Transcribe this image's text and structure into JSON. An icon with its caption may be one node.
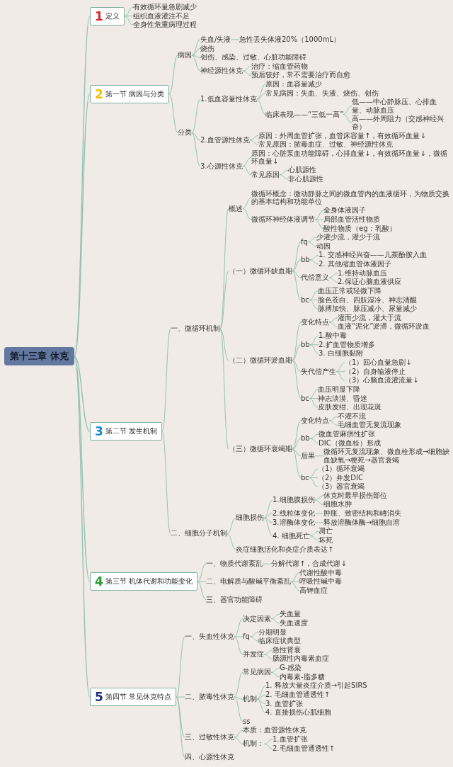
{
  "diagram": {
    "nodes": [
      {
        "text": [
          "第十三章 休克"
        ]
      },
      {
        "text": [
          "1",
          "定义"
        ]
      },
      {
        "text": [
          "有效循环量急剧减少"
        ]
      },
      {
        "text": [
          "组织血液灌注不足"
        ]
      },
      {
        "text": [
          "全身性危重病理过程"
        ]
      },
      {
        "text": [
          "2",
          "第一节 病因与分类"
        ]
      },
      {
        "text": [
          "病因"
        ]
      },
      {
        "text": [
          "失血/失液"
        ]
      },
      {
        "text": [
          "急性丢失体液20%（1000mL）"
        ]
      },
      {
        "text": [
          "烧伤"
        ]
      },
      {
        "text": [
          "创伤、感染、过敏、心脏功能障碍"
        ]
      },
      {
        "text": [
          "神经源性休克"
        ]
      },
      {
        "text": [
          "治疗：缩血管药物"
        ]
      },
      {
        "text": [
          "预后较好，常不需要治疗而自愈"
        ]
      },
      {
        "text": [
          "分类"
        ]
      },
      {
        "text": [
          "1.低血容量性休克"
        ]
      },
      {
        "text": [
          "原因：血容量减少"
        ]
      },
      {
        "text": [
          "常见病因：失血、失液、烧伤、创伤"
        ]
      },
      {
        "text": [
          "临床表现——“三低一高”"
        ]
      },
      {
        "text": [
          "低——中心静脉压、心排血量、动脉血压"
        ]
      },
      {
        "text": [
          "高——外周阻力（交感神经兴奋）"
        ]
      },
      {
        "text": [
          "2.血管源性休克"
        ]
      },
      {
        "text": [
          "原因：外周血管扩张，血管床容量↑，有效循环血量↓"
        ]
      },
      {
        "text": [
          "常见原因：脓毒血症、过敏、神经源性休克"
        ]
      },
      {
        "text": [
          "3.心源性休克"
        ]
      },
      {
        "text": [
          "原因：心脏泵血功能障碍，心排血量↓，有效循环血量↓，微循环血量↓"
        ]
      },
      {
        "text": [
          "常见原因"
        ]
      },
      {
        "text": [
          "心肌源性"
        ]
      },
      {
        "text": [
          "非心肌源性"
        ]
      },
      {
        "text": [
          "3",
          "第二节 发生机制"
        ]
      },
      {
        "text": [
          "一、微循环机制"
        ]
      },
      {
        "text": [
          "概述"
        ]
      },
      {
        "text": [
          "微循环概念：微动静脉之间的微血管内的血液循环，为物质交换的基本结构和功能单位"
        ]
      },
      {
        "text": [
          "微循环神经体液调节"
        ]
      },
      {
        "text": [
          "全身体液因子"
        ]
      },
      {
        "text": [
          "局部血管活性物质"
        ]
      },
      {
        "text": [
          "酸性物质（eg：乳酸）"
        ]
      },
      {
        "text": [
          "（一）微循环缺血期"
        ]
      },
      {
        "text": [
          "fq"
        ]
      },
      {
        "text": [
          "少灌少流，灌少于流"
        ]
      },
      {
        "text": [
          "动因"
        ]
      },
      {
        "text": [
          "bb"
        ]
      },
      {
        "text": [
          "1. 交感神经兴奋——儿茶酚胺入血"
        ]
      },
      {
        "text": [
          "2. 其他缩血管体液因子"
        ]
      },
      {
        "text": [
          "代偿意义"
        ]
      },
      {
        "text": [
          "1.维持动脉血压"
        ]
      },
      {
        "text": [
          "2.保证心脑血液供应"
        ]
      },
      {
        "text": [
          "bc"
        ]
      },
      {
        "text": [
          "血压正常或轻微下降"
        ]
      },
      {
        "text": [
          "脸色苍白、四肢湿冷、神志清醒"
        ]
      },
      {
        "text": [
          "脉搏加快、脉压减小、尿量减少"
        ]
      },
      {
        "text": [
          "（二）微循环淤血期"
        ]
      },
      {
        "text": [
          "变化特点"
        ]
      },
      {
        "text": [
          "灌而少流，灌大于流"
        ]
      },
      {
        "text": [
          "血液“泥化”淤滞，微循环淤血"
        ]
      },
      {
        "text": [
          "bb"
        ]
      },
      {
        "text": [
          "1.酸中毒"
        ]
      },
      {
        "text": [
          "2.扩血管物质增多"
        ]
      },
      {
        "text": [
          "3. 白细胞黏附"
        ]
      },
      {
        "text": [
          "失代偿产生"
        ]
      },
      {
        "text": [
          "（1）回心血量急剧↓"
        ]
      },
      {
        "text": [
          "（2）自身输液停止"
        ]
      },
      {
        "text": [
          "（3）心脑血流灌流量↓"
        ]
      },
      {
        "text": [
          "bc"
        ]
      },
      {
        "text": [
          "血压明显下降"
        ]
      },
      {
        "text": [
          "神志淡漠、昏迷"
        ]
      },
      {
        "text": [
          "皮肤发绀、出现花斑"
        ]
      },
      {
        "text": [
          "（三）微循环衰竭期"
        ]
      },
      {
        "text": [
          "变化特点"
        ]
      },
      {
        "text": [
          "不灌不流"
        ]
      },
      {
        "text": [
          "毛细血管无复流现象"
        ]
      },
      {
        "text": [
          "bb"
        ]
      },
      {
        "text": [
          "微血管麻痹性扩张"
        ]
      },
      {
        "text": [
          "DIC（微血栓）形成"
        ]
      },
      {
        "text": [
          "后果"
        ]
      },
      {
        "text": [
          "微循环无复流现象、微血栓形成→细胞缺血缺氧→梗死→器官衰竭"
        ]
      },
      {
        "text": [
          "bc"
        ]
      },
      {
        "text": [
          "（1）循环衰竭"
        ]
      },
      {
        "text": [
          "（2）并发DIC"
        ]
      },
      {
        "text": [
          "（3）器官衰竭"
        ]
      },
      {
        "text": [
          "二、细胞分子机制"
        ]
      },
      {
        "text": [
          "细胞损伤"
        ]
      },
      {
        "text": [
          "1.细胞膜损伤"
        ]
      },
      {
        "text": [
          "休克时最早损伤部位"
        ]
      },
      {
        "text": [
          "细胞水肿"
        ]
      },
      {
        "text": [
          "2.线粒体变化"
        ]
      },
      {
        "text": [
          "肿胀、致密结构和嵴消失"
        ]
      },
      {
        "text": [
          "3.溶酶体变化"
        ]
      },
      {
        "text": [
          "释放溶酶体酶→细胞自溶"
        ]
      },
      {
        "text": [
          "4. 细胞死亡"
        ]
      },
      {
        "text": [
          "凋亡"
        ]
      },
      {
        "text": [
          "坏死"
        ]
      },
      {
        "text": [
          "炎症细胞活化和炎症介质表达↑"
        ]
      },
      {
        "text": [
          "4",
          "第三节 机体代谢和功能变化"
        ]
      },
      {
        "text": [
          "一、物质代谢紊乱"
        ]
      },
      {
        "text": [
          "分解代谢↑，合成代谢↓"
        ]
      },
      {
        "text": [
          "二、电解质与酸碱平衡紊乱"
        ]
      },
      {
        "text": [
          "代谢性酸中毒"
        ]
      },
      {
        "text": [
          "呼吸性碱中毒"
        ]
      },
      {
        "text": [
          "高钾血症"
        ]
      },
      {
        "text": [
          "三、器官功能障碍"
        ]
      },
      {
        "text": [
          "5",
          "第四节 常见休克特点"
        ]
      },
      {
        "text": [
          "一、失血性休克"
        ]
      },
      {
        "text": [
          "决定因素"
        ]
      },
      {
        "text": [
          "失血量"
        ]
      },
      {
        "text": [
          "失血速度"
        ]
      },
      {
        "text": [
          "fq"
        ]
      },
      {
        "text": [
          "分期明显"
        ]
      },
      {
        "text": [
          "临床症状典型"
        ]
      },
      {
        "text": [
          "并发症"
        ]
      },
      {
        "text": [
          "急性肾衰"
        ]
      },
      {
        "text": [
          "肠源性内毒素血症"
        ]
      },
      {
        "text": [
          "二、脓毒性休克"
        ]
      },
      {
        "text": [
          "常见病因"
        ]
      },
      {
        "text": [
          "G-感染"
        ]
      },
      {
        "text": [
          "内毒素-脂多糖"
        ]
      },
      {
        "text": [
          "机制"
        ]
      },
      {
        "text": [
          "1. 释放大量炎症介质→引起SIRS"
        ]
      },
      {
        "text": [
          "2. 毛细血管通透性↑"
        ]
      },
      {
        "text": [
          "3. 血管扩张"
        ]
      },
      {
        "text": [
          "4. 直接损伤心肌细胞"
        ]
      },
      {
        "text": [
          "ss"
        ]
      },
      {
        "text": [
          "三、过敏性休克"
        ]
      },
      {
        "text": [
          "本质：血管源性休克"
        ]
      },
      {
        "text": [
          "机制："
        ]
      },
      {
        "text": [
          "1.血管扩张"
        ]
      },
      {
        "text": [
          "2.毛细血管通透性↑"
        ]
      },
      {
        "text": [
          "四、心源性休克"
        ]
      }
    ],
    "edges": [
      {
        "from": 0,
        "to": 1,
        "arrow": "none"
      },
      {
        "from": 0,
        "to": 5,
        "arrow": "none"
      },
      {
        "from": 0,
        "to": 29,
        "arrow": "none"
      },
      {
        "from": 0,
        "to": 93,
        "arrow": "none"
      },
      {
        "from": 0,
        "to": 101,
        "arrow": "none"
      },
      {
        "from": 1,
        "to": 2,
        "arrow": "none"
      },
      {
        "from": 1,
        "to": 3,
        "arrow": "none"
      },
      {
        "from": 1,
        "to": 4,
        "arrow": "none"
      },
      {
        "from": 5,
        "to": 6,
        "arrow": "none"
      },
      {
        "from": 5,
        "to": 14,
        "arrow": "none"
      },
      {
        "from": 6,
        "to": 7,
        "arrow": "none"
      },
      {
        "from": 6,
        "to": 9,
        "arrow": "none"
      },
      {
        "from": 6,
        "to": 10,
        "arrow": "none"
      },
      {
        "from": 6,
        "to": 11,
        "arrow": "none"
      },
      {
        "from": 7,
        "to": 8,
        "arrow": "none"
      },
      {
        "from": 11,
        "to": 12,
        "arrow": "none"
      },
      {
        "from": 11,
        "to": 13,
        "arrow": "none"
      },
      {
        "from": 14,
        "to": 15,
        "arrow": "none"
      },
      {
        "from": 14,
        "to": 21,
        "arrow": "none"
      },
      {
        "from": 14,
        "to": 24,
        "arrow": "none"
      },
      {
        "from": 15,
        "to": 16,
        "arrow": "none"
      },
      {
        "from": 15,
        "to": 17,
        "arrow": "none"
      },
      {
        "from": 15,
        "to": 18,
        "arrow": "none"
      },
      {
        "from": 18,
        "to": 19,
        "arrow": "none"
      },
      {
        "from": 18,
        "to": 20,
        "arrow": "none"
      },
      {
        "from": 21,
        "to": 22,
        "arrow": "none"
      },
      {
        "from": 21,
        "to": 23,
        "arrow": "none"
      },
      {
        "from": 24,
        "to": 25,
        "arrow": "none"
      },
      {
        "from": 24,
        "to": 26,
        "arrow": "none"
      },
      {
        "from": 26,
        "to": 27,
        "arrow": "none"
      },
      {
        "from": 26,
        "to": 28,
        "arrow": "none"
      },
      {
        "from": 29,
        "to": 30,
        "arrow": "none"
      },
      {
        "from": 29,
        "to": 80,
        "arrow": "none"
      },
      {
        "from": 30,
        "to": 31,
        "arrow": "none"
      },
      {
        "from": 30,
        "to": 37,
        "arrow": "none"
      },
      {
        "from": 30,
        "to": 51,
        "arrow": "none"
      },
      {
        "from": 30,
        "to": 67,
        "arrow": "none"
      },
      {
        "from": 31,
        "to": 32,
        "arrow": "none"
      },
      {
        "from": 31,
        "to": 33,
        "arrow": "none"
      },
      {
        "from": 33,
        "to": 34,
        "arrow": "none"
      },
      {
        "from": 33,
        "to": 35,
        "arrow": "none"
      },
      {
        "from": 33,
        "to": 36,
        "arrow": "none"
      },
      {
        "from": 37,
        "to": 38,
        "arrow": "none"
      },
      {
        "from": 37,
        "to": 41,
        "arrow": "none"
      },
      {
        "from": 37,
        "to": 44,
        "arrow": "none"
      },
      {
        "from": 37,
        "to": 47,
        "arrow": "none"
      },
      {
        "from": 38,
        "to": 39,
        "arrow": "none"
      },
      {
        "from": 38,
        "to": 40,
        "arrow": "none"
      },
      {
        "from": 41,
        "to": 42,
        "arrow": "none"
      },
      {
        "from": 41,
        "to": 43,
        "arrow": "none"
      },
      {
        "from": 44,
        "to": 45,
        "arrow": "none"
      },
      {
        "from": 44,
        "to": 46,
        "arrow": "none"
      },
      {
        "from": 47,
        "to": 48,
        "arrow": "none"
      },
      {
        "from": 47,
        "to": 49,
        "arrow": "none"
      },
      {
        "from": 47,
        "to": 50,
        "arrow": "none"
      },
      {
        "from": 51,
        "to": 52,
        "arrow": "none"
      },
      {
        "from": 51,
        "to": 55,
        "arrow": "none"
      },
      {
        "from": 51,
        "to": 59,
        "arrow": "none"
      },
      {
        "from": 51,
        "to": 63,
        "arrow": "none"
      },
      {
        "from": 52,
        "to": 53,
        "arrow": "none"
      },
      {
        "from": 52,
        "to": 54,
        "arrow": "none"
      },
      {
        "from": 55,
        "to": 56,
        "arrow": "none"
      },
      {
        "from": 55,
        "to": 57,
        "arrow": "none"
      },
      {
        "from": 55,
        "to": 58,
        "arrow": "none"
      },
      {
        "from": 59,
        "to": 60,
        "arrow": "none"
      },
      {
        "from": 59,
        "to": 61,
        "arrow": "none"
      },
      {
        "from": 59,
        "to": 62,
        "arrow": "none"
      },
      {
        "from": 63,
        "to": 64,
        "arrow": "none"
      },
      {
        "from": 63,
        "to": 65,
        "arrow": "none"
      },
      {
        "from": 63,
        "to": 66,
        "arrow": "none"
      },
      {
        "from": 67,
        "to": 68,
        "arrow": "none"
      },
      {
        "from": 67,
        "to": 71,
        "arrow": "none"
      },
      {
        "from": 67,
        "to": 74,
        "arrow": "none"
      },
      {
        "from": 67,
        "to": 76,
        "arrow": "none"
      },
      {
        "from": 68,
        "to": 69,
        "arrow": "none"
      },
      {
        "from": 68,
        "to": 70,
        "arrow": "none"
      },
      {
        "from": 71,
        "to": 72,
        "arrow": "none"
      },
      {
        "from": 71,
        "to": 73,
        "arrow": "none"
      },
      {
        "from": 74,
        "to": 75,
        "arrow": "none"
      },
      {
        "from": 76,
        "to": 77,
        "arrow": "none"
      },
      {
        "from": 76,
        "to": 78,
        "arrow": "none"
      },
      {
        "from": 76,
        "to": 79,
        "arrow": "none"
      },
      {
        "from": 80,
        "to": 81,
        "arrow": "none"
      },
      {
        "from": 80,
        "to": 92,
        "arrow": "none"
      },
      {
        "from": 81,
        "to": 82,
        "arrow": "none"
      },
      {
        "from": 81,
        "to": 85,
        "arrow": "none"
      },
      {
        "from": 81,
        "to": 87,
        "arrow": "none"
      },
      {
        "from": 81,
        "to": 89,
        "arrow": "none"
      },
      {
        "from": 82,
        "to": 83,
        "arrow": "none"
      },
      {
        "from": 82,
        "to": 84,
        "arrow": "none"
      },
      {
        "from": 85,
        "to": 86,
        "arrow": "none"
      },
      {
        "from": 87,
        "to": 88,
        "arrow": "none"
      },
      {
        "from": 89,
        "to": 90,
        "arrow": "none"
      },
      {
        "from": 89,
        "to": 91,
        "arrow": "none"
      },
      {
        "from": 93,
        "to": 94,
        "arrow": "none"
      },
      {
        "from": 93,
        "to": 96,
        "arrow": "none"
      },
      {
        "from": 93,
        "to": 100,
        "arrow": "none"
      },
      {
        "from": 94,
        "to": 95,
        "arrow": "none"
      },
      {
        "from": 96,
        "to": 97,
        "arrow": "none"
      },
      {
        "from": 96,
        "to": 98,
        "arrow": "none"
      },
      {
        "from": 96,
        "to": 99,
        "arrow": "none"
      },
      {
        "from": 101,
        "to": 102,
        "arrow": "none"
      },
      {
        "from": 101,
        "to": 112,
        "arrow": "none"
      },
      {
        "from": 101,
        "to": 122,
        "arrow": "none"
      },
      {
        "from": 101,
        "to": 127,
        "arrow": "none"
      },
      {
        "from": 102,
        "to": 103,
        "arrow": "none"
      },
      {
        "from": 102,
        "to": 106,
        "arrow": "none"
      },
      {
        "from": 102,
        "to": 109,
        "arrow": "none"
      },
      {
        "from": 103,
        "to": 104,
        "arrow": "none"
      },
      {
        "from": 103,
        "to": 105,
        "arrow": "none"
      },
      {
        "from": 106,
        "to": 107,
        "arrow": "none"
      },
      {
        "from": 106,
        "to": 108,
        "arrow": "none"
      },
      {
        "from": 109,
        "to": 110,
        "arrow": "none"
      },
      {
        "from": 109,
        "to": 111,
        "arrow": "none"
      },
      {
        "from": 112,
        "to": 113,
        "arrow": "none"
      },
      {
        "from": 112,
        "to": 116,
        "arrow": "none"
      },
      {
        "from": 112,
        "to": 121,
        "arrow": "none"
      },
      {
        "from": 113,
        "to": 114,
        "arrow": "none"
      },
      {
        "from": 113,
        "to": 115,
        "arrow": "none"
      },
      {
        "from": 116,
        "to": 117,
        "arrow": "none"
      },
      {
        "from": 116,
        "to": 118,
        "arrow": "none"
      },
      {
        "from": 116,
        "to": 119,
        "arrow": "none"
      },
      {
        "from": 116,
        "to": 120,
        "arrow": "none"
      },
      {
        "from": 122,
        "to": 123,
        "arrow": "none"
      },
      {
        "from": 122,
        "to": 124,
        "arrow": "none"
      },
      {
        "from": 124,
        "to": 125,
        "arrow": "none"
      },
      {
        "from": 124,
        "to": 126,
        "arrow": "none"
      }
    ]
  }
}
